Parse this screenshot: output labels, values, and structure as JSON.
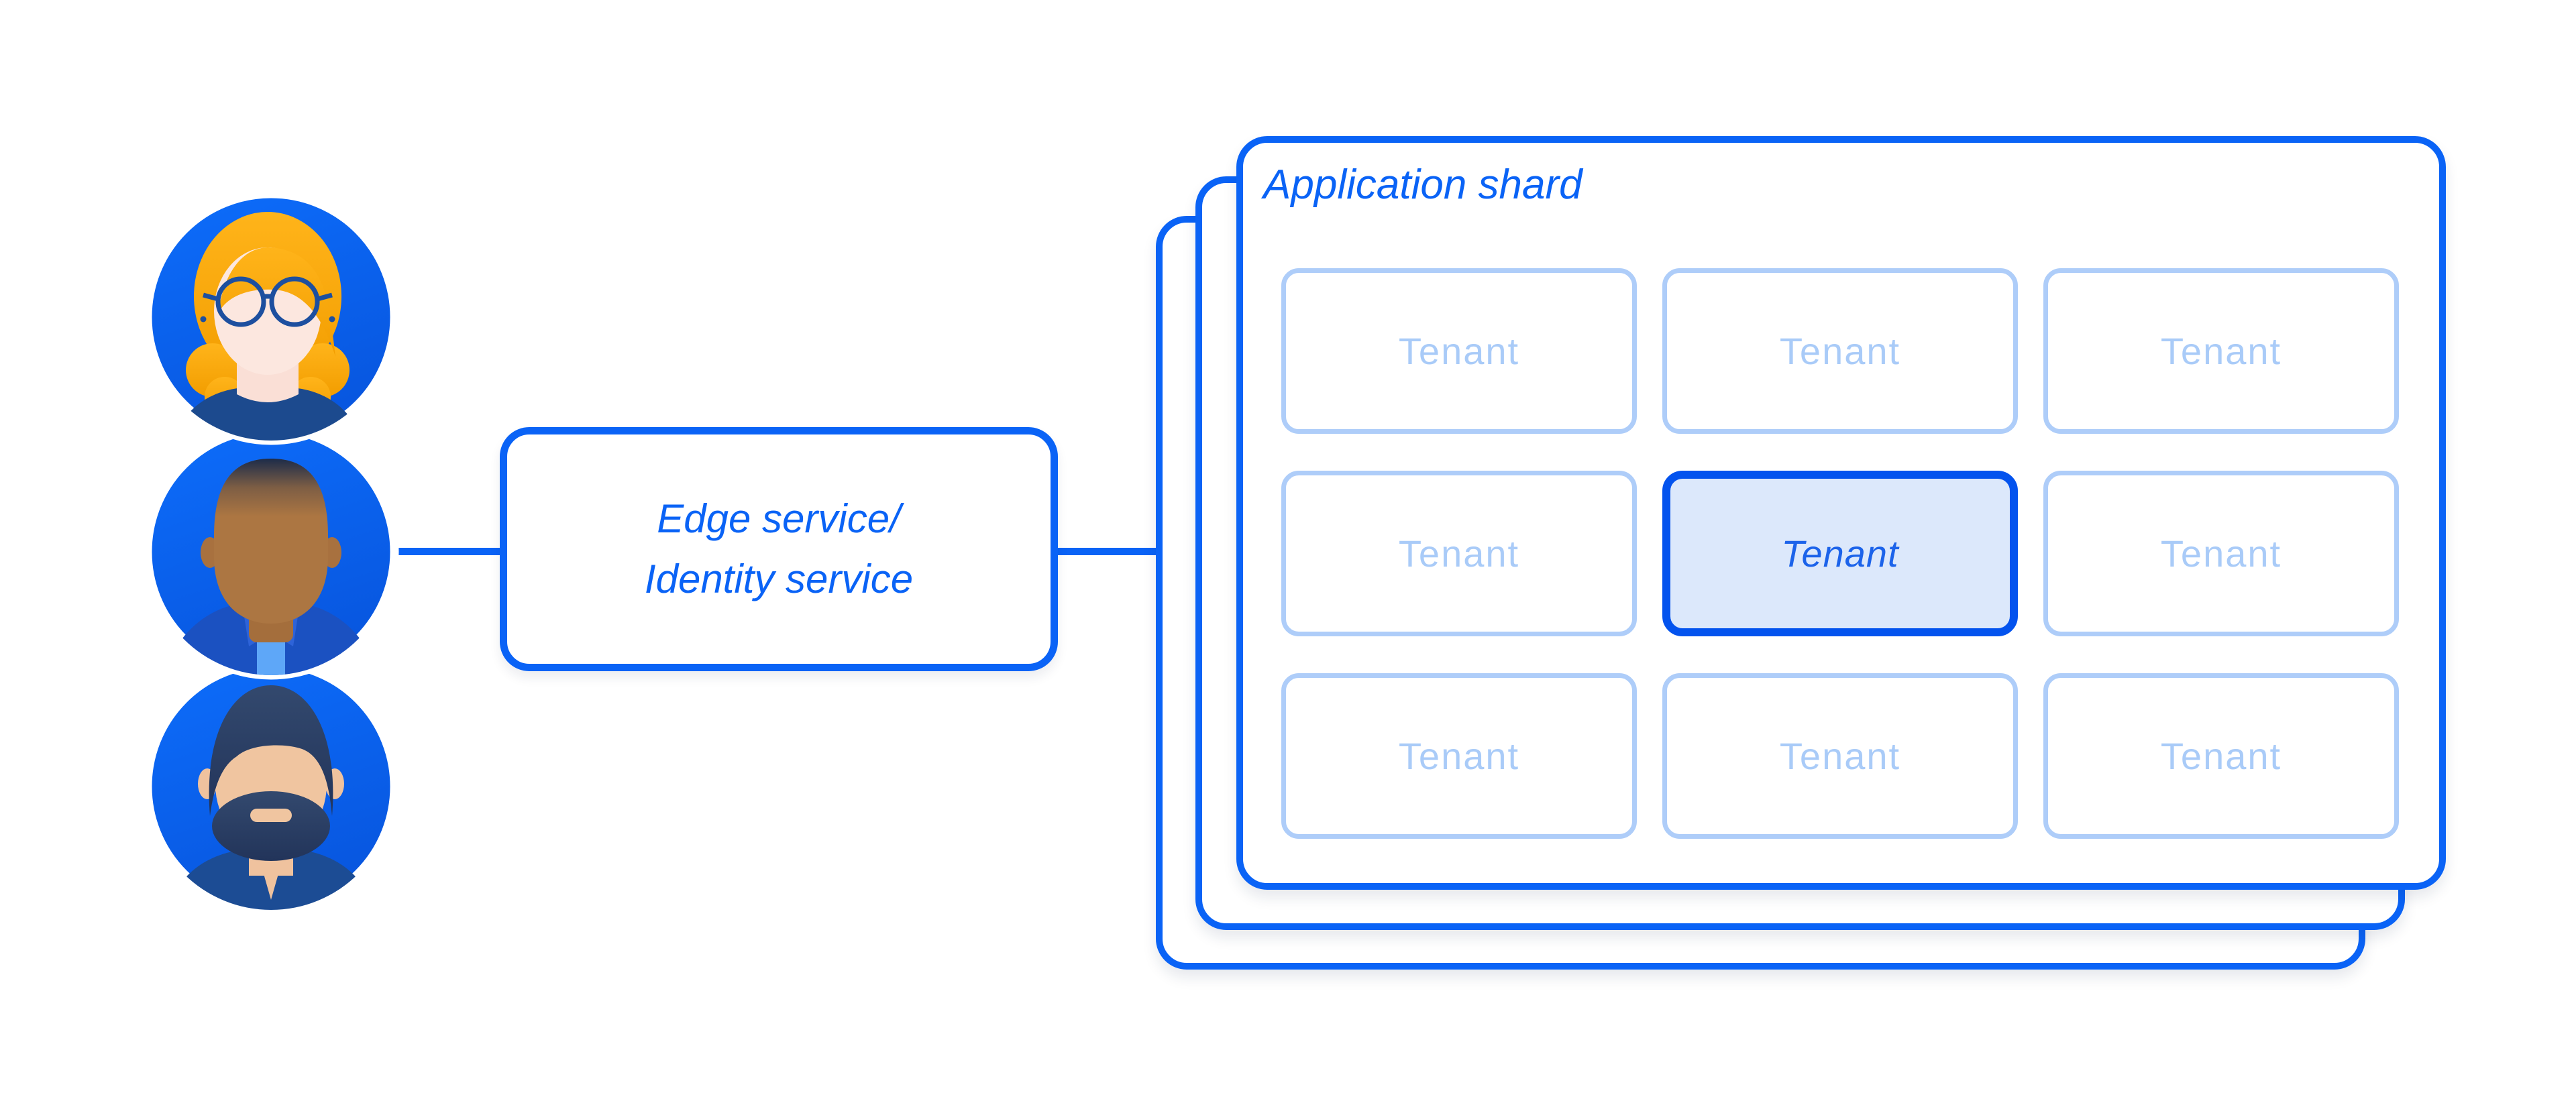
{
  "users_group": {
    "items": [
      {
        "icon": "persona-woman-glasses-icon"
      },
      {
        "icon": "persona-man-bald-icon"
      },
      {
        "icon": "persona-man-beard-icon"
      }
    ]
  },
  "edge_service_box": {
    "line1": "Edge service/",
    "line2": "Identity service"
  },
  "application_shard": {
    "title": "Application shard",
    "stacked_cards": 3,
    "grid": {
      "rows": 3,
      "columns": 3
    },
    "tenants": [
      {
        "label": "Tenant",
        "highlighted": false
      },
      {
        "label": "Tenant",
        "highlighted": false
      },
      {
        "label": "Tenant",
        "highlighted": false
      },
      {
        "label": "Tenant",
        "highlighted": false
      },
      {
        "label": "Tenant",
        "highlighted": true
      },
      {
        "label": "Tenant",
        "highlighted": false
      },
      {
        "label": "Tenant",
        "highlighted": false
      },
      {
        "label": "Tenant",
        "highlighted": false
      },
      {
        "label": "Tenant",
        "highlighted": false
      }
    ]
  },
  "colors": {
    "primary_blue": "#0A63F6",
    "light_blue_border": "#AECDF9",
    "light_blue_text": "#A9CBF8",
    "highlight_border": "#0353EE",
    "highlight_fill": "#DCE8FB",
    "highlight_text": "#1C63EA",
    "canvas_bg": "#FFFFFF"
  }
}
